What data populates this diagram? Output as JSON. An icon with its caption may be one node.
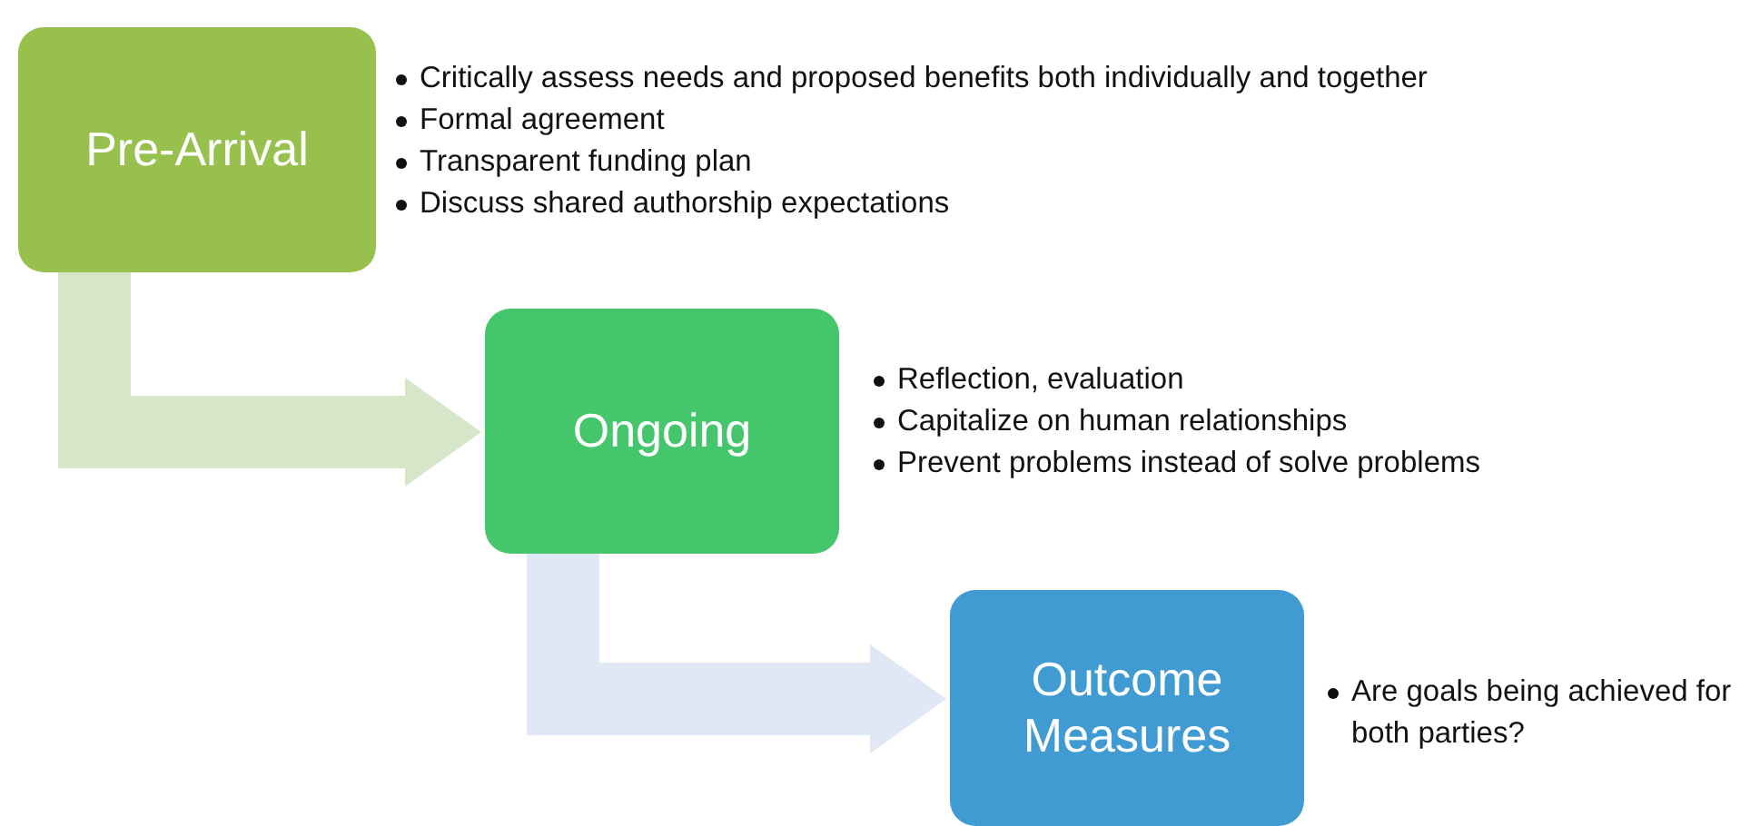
{
  "diagram": {
    "nodes": [
      {
        "text": [
          "Pre-Arrival"
        ],
        "beside": [
          "Critically assess needs and proposed benefits both individually and together",
          "Formal agreement",
          "Transparent funding plan",
          "Discuss shared authorship expectations"
        ]
      },
      {
        "text": [
          "Ongoing"
        ],
        "beside": [
          "Reflection, evaluation",
          "Capitalize on human relationships",
          "Prevent problems instead of solve problems"
        ]
      },
      {
        "text": [
          "Outcome Measures"
        ],
        "beside": [
          "Are goals being achieved for both parties?"
        ]
      }
    ],
    "edges": [
      {
        "from": 0,
        "to": 1,
        "arrow": "to",
        "color": "#d6e7c9"
      },
      {
        "from": 1,
        "to": 2,
        "arrow": "to",
        "color": "#dfe8f4"
      }
    ]
  }
}
